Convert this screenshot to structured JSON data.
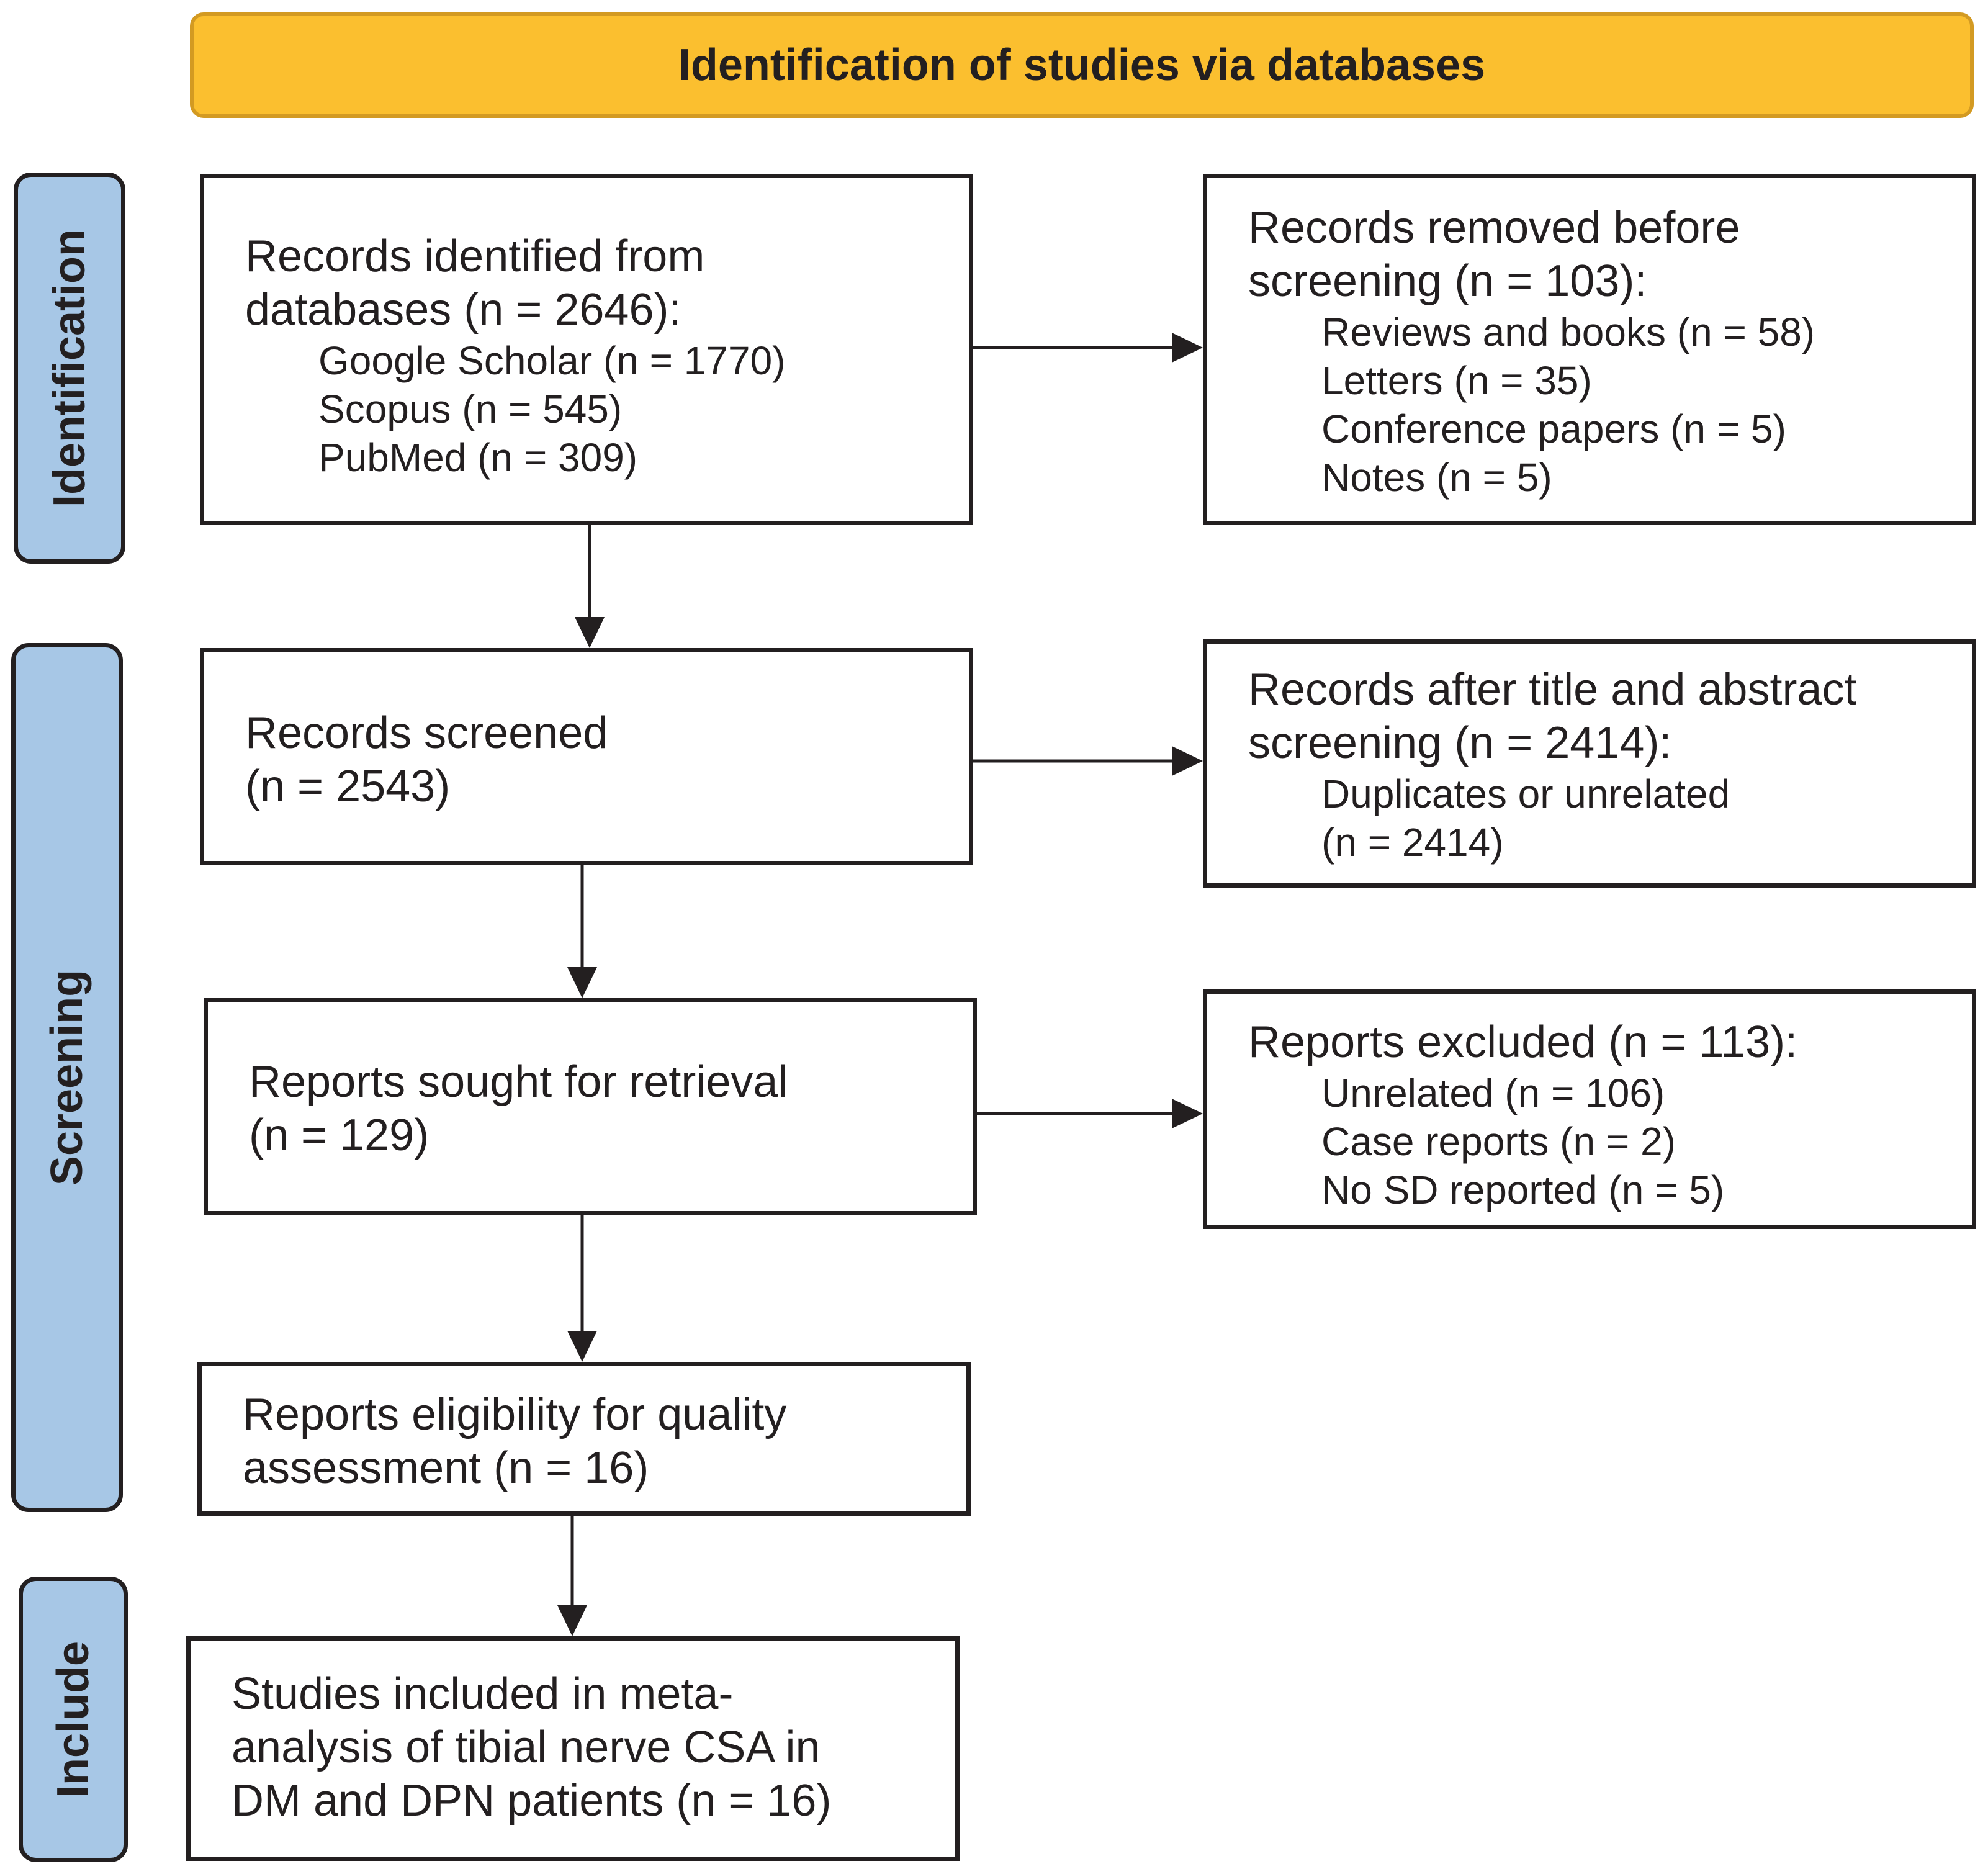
{
  "header": {
    "title": "Identification of studies via databases"
  },
  "phases": {
    "identification": "Identification",
    "screening": "Screening",
    "include": "Include"
  },
  "boxes": {
    "identified": {
      "lines": [
        "Records identified from",
        "databases (n = 2646):"
      ],
      "items": [
        "Google Scholar (n = 1770)",
        "Scopus (n = 545)",
        "PubMed (n = 309)"
      ]
    },
    "removed": {
      "lines": [
        "Records removed before",
        "screening (n = 103):"
      ],
      "items": [
        "Reviews and books (n = 58)",
        "Letters (n = 35)",
        "Conference papers (n = 5)",
        "Notes (n = 5)"
      ]
    },
    "screened": {
      "lines": [
        "Records screened",
        "(n = 2543)"
      ]
    },
    "after_title": {
      "lines": [
        "Records after title and abstract",
        "screening (n = 2414):"
      ],
      "items": [
        "Duplicates or unrelated",
        "(n = 2414)"
      ]
    },
    "sought": {
      "lines": [
        "Reports sought for retrieval",
        "(n = 129)"
      ]
    },
    "excluded": {
      "lines": [
        "Reports excluded (n = 113):"
      ],
      "items": [
        "Unrelated (n = 106)",
        "Case reports (n = 2)",
        "No SD reported (n = 5)"
      ]
    },
    "eligibility": {
      "lines": [
        "Reports eligibility for quality",
        "assessment (n = 16)"
      ]
    },
    "included": {
      "lines": [
        "Studies included in meta-",
        "analysis of tibial nerve CSA in",
        "DM and DPN patients (n = 16)"
      ]
    }
  }
}
